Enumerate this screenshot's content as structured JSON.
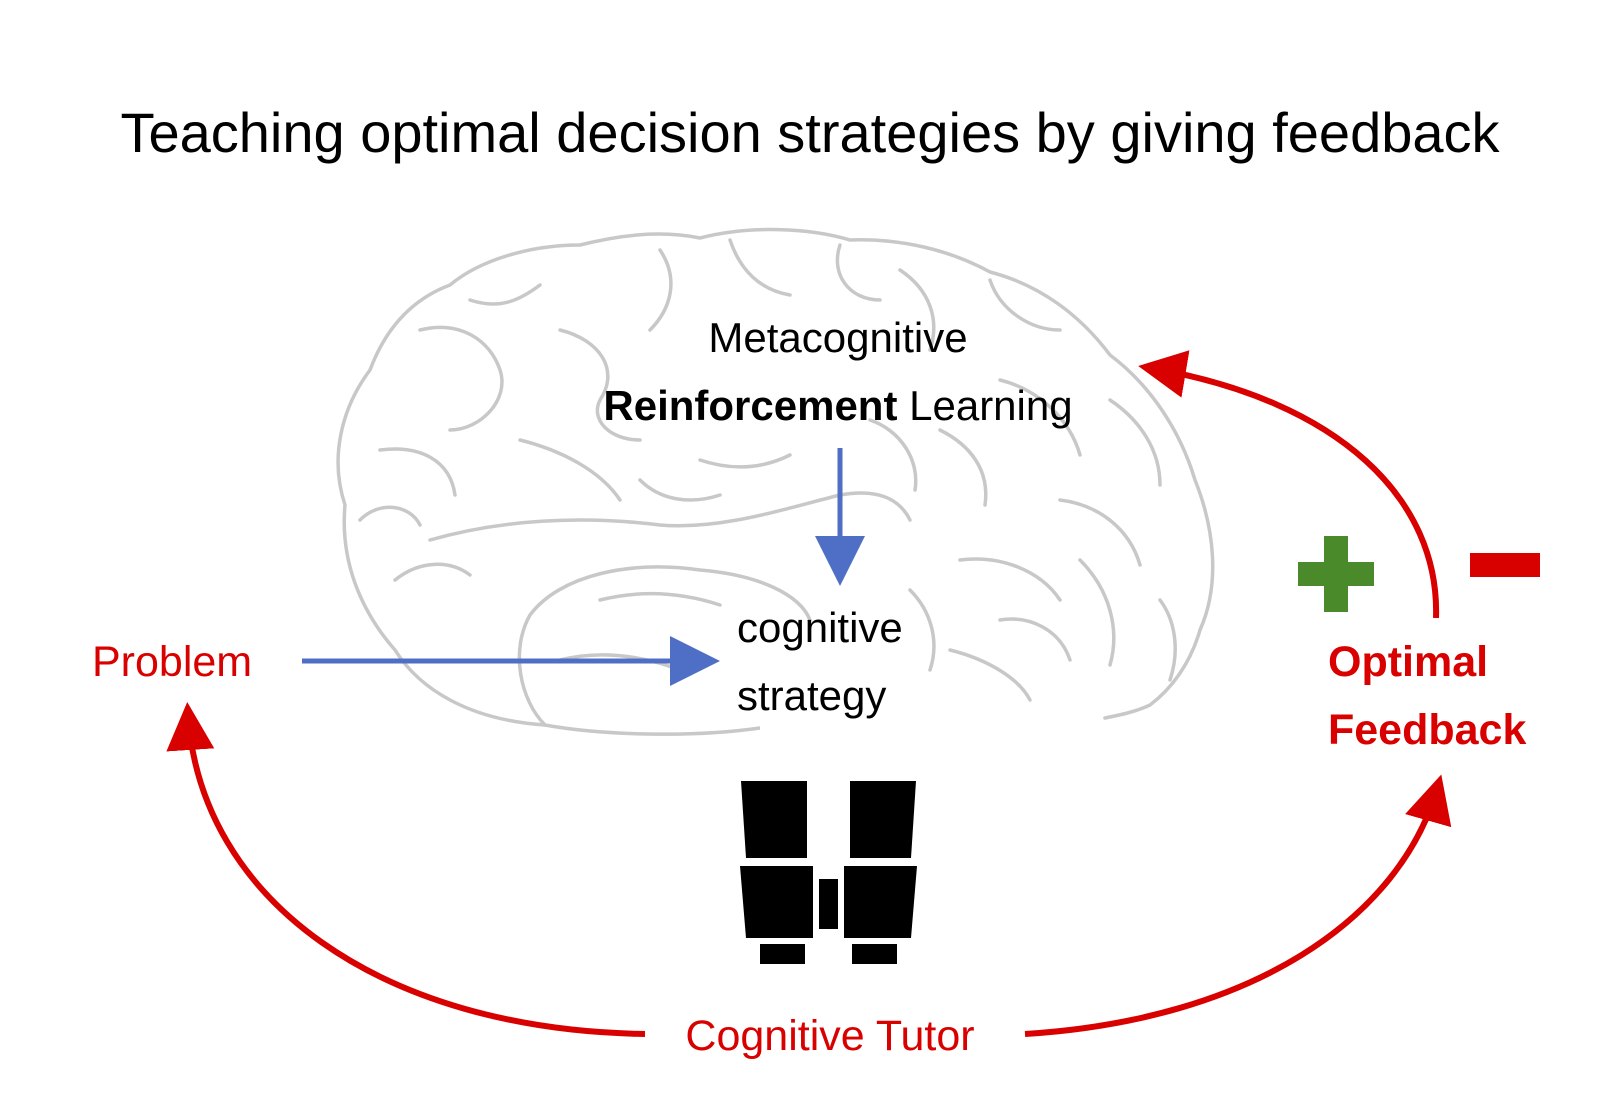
{
  "title": "Teaching optimal decision strategies by giving feedback",
  "meta_rl": {
    "line1": "Metacognitive",
    "line2_bold": "Reinforcement",
    "line2_rest": " Learning"
  },
  "strategy": {
    "line1": "cognitive",
    "line2": "strategy"
  },
  "problem_label": "Problem",
  "feedback": {
    "line1": "Optimal",
    "line2": "Feedback"
  },
  "tutor_label": "Cognitive Tutor",
  "icons": {
    "brain": "brain-outline-icon",
    "binoculars": "binoculars-icon",
    "plus": "plus-icon",
    "minus": "minus-icon"
  },
  "colors": {
    "red": "#d90000",
    "blue": "#4f6fc6",
    "green": "#4a8a2a",
    "brain": "#c8c8c8",
    "black": "#000000"
  }
}
